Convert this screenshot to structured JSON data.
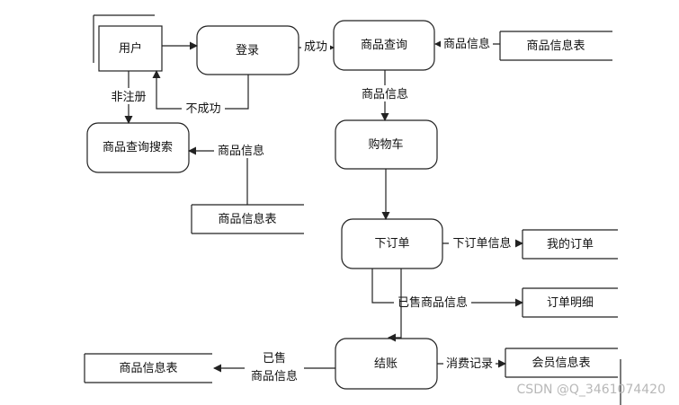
{
  "nodes": {
    "user": "用户",
    "login": "登录",
    "query": "商品查询",
    "product_table_top": "商品信息表",
    "search": "商品查询搜索",
    "product_table_mid": "商品信息表",
    "cart": "购物车",
    "order": "下订单",
    "my_orders": "我的订单",
    "order_detail": "订单明细",
    "checkout": "结账",
    "member_table": "会员信息表",
    "product_table_bottom": "商品信息表"
  },
  "edges": {
    "login_success": "成功",
    "login_fail": "不成功",
    "unregistered": "非注册",
    "product_info_to_query": "商品信息",
    "product_info_to_cart": "商品信息",
    "product_info_to_search": "商品信息",
    "order_info": "下订单信息",
    "sold_product_info": "已售商品信息",
    "consumption_record": "消费记录",
    "sold_line1": "已售",
    "sold_line2": "商品信息"
  },
  "watermark": "CSDN @Q_3461074420"
}
